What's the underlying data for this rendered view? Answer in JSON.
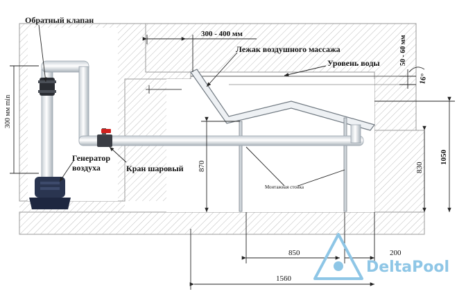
{
  "labels": {
    "check_valve": "Обратный клапан",
    "gap": "300 - 400 мм",
    "bench": "Лежак воздушного массажа",
    "water_level": "Уровень воды",
    "generator_line1": "Генератор",
    "generator_line2": "воздуха",
    "ball_valve": "Кран шаровый",
    "mount_post": "Монтажная стойка",
    "min_height": "300 мм min",
    "depth": "50 - 60 мм",
    "angle": "16°"
  },
  "dimensions": {
    "d870": "870",
    "d830": "830",
    "d1050": "1050",
    "d850": "850",
    "d200": "200",
    "d1560": "1560"
  },
  "brand": {
    "name": "DeltaPool"
  },
  "colors": {
    "pipe": "#eef1f4",
    "pipe_edge": "#9aa4ad",
    "valve_dark": "#2a2d33",
    "valve_red": "#d0211e",
    "generator": "#2a3550",
    "hatch": "#b9b9b9",
    "brand": "#8ec6e6"
  }
}
